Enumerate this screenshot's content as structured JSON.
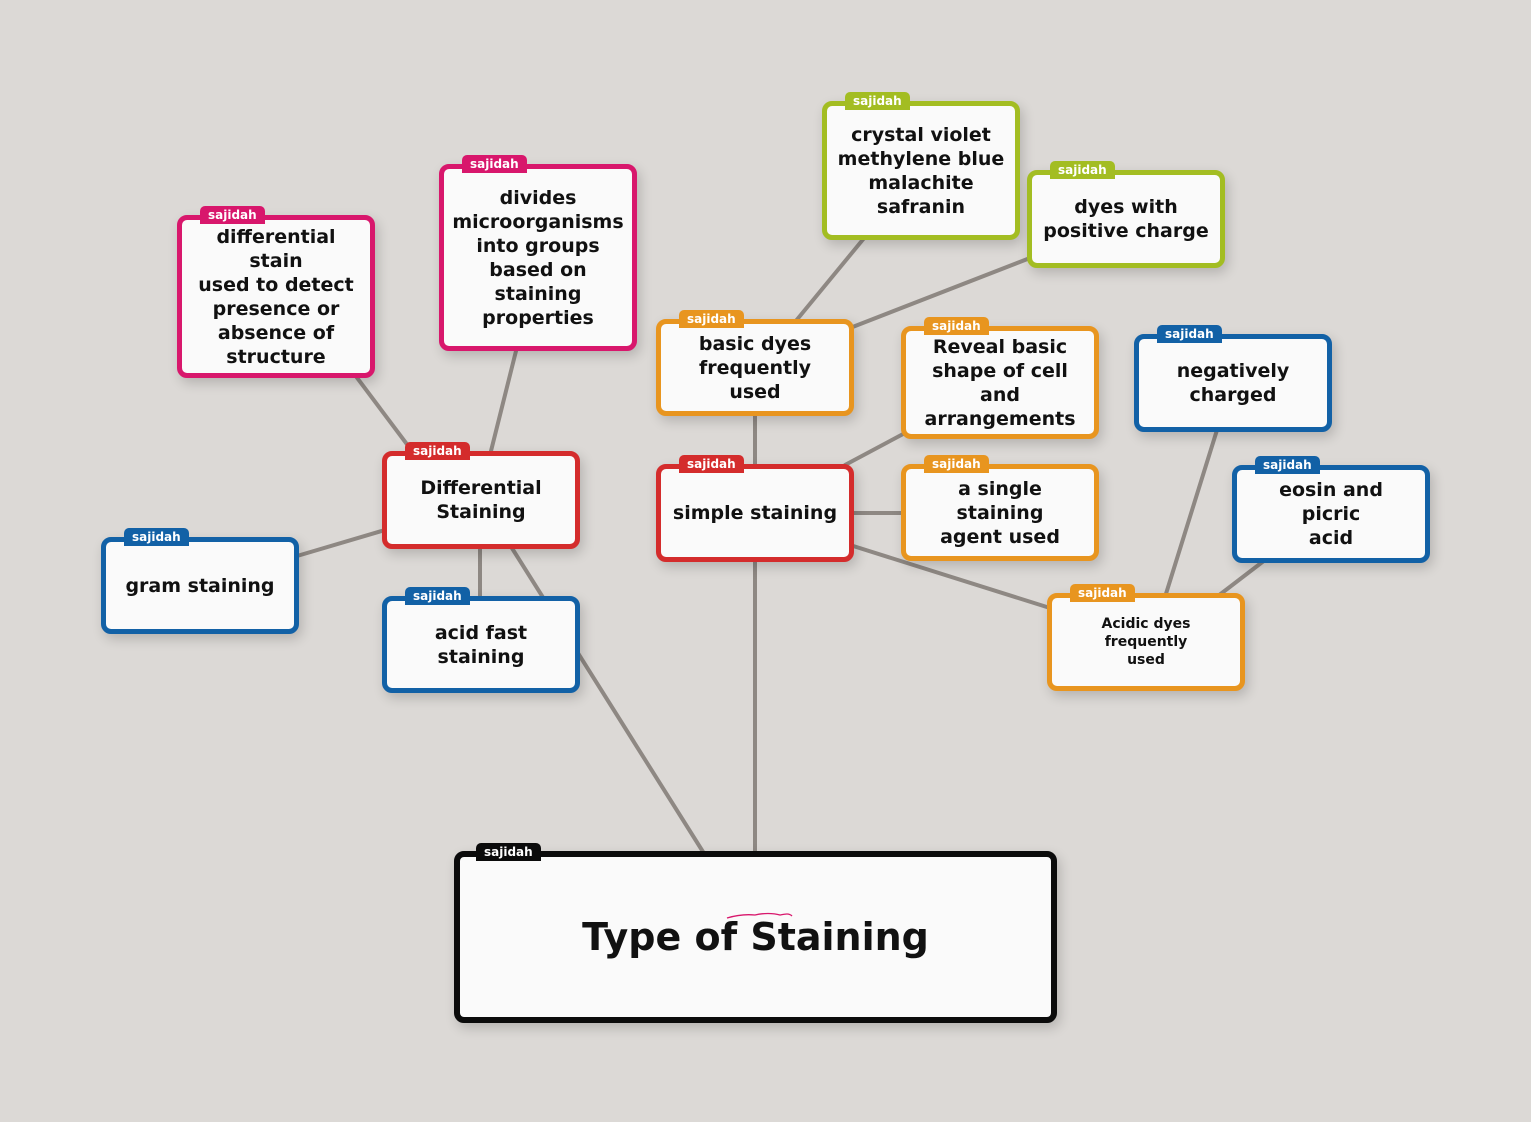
{
  "root": {
    "tag": "sajidah",
    "label": "Type of Staining"
  },
  "nodes": {
    "differential_staining": {
      "tag": "sajidah",
      "label": "Differential\nStaining"
    },
    "simple_staining": {
      "tag": "sajidah",
      "label": "simple staining"
    },
    "gram_staining": {
      "tag": "sajidah",
      "label": "gram staining"
    },
    "acid_fast_staining": {
      "tag": "sajidah",
      "label": "acid fast staining"
    },
    "differential_stain_desc": {
      "tag": "sajidah",
      "label": "differential stain\nused to detect\npresence or\nabsence of\nstructure"
    },
    "divides_microorganisms": {
      "tag": "sajidah",
      "label": "divides\nmicroorganisms\ninto groups\nbased on\nstaining\nproperties"
    },
    "basic_dyes": {
      "tag": "sajidah",
      "label": "basic dyes\nfrequently used"
    },
    "crystal_violet": {
      "tag": "sajidah",
      "label": "crystal violet\nmethylene blue\nmalachite\nsafranin"
    },
    "positive_charge": {
      "tag": "sajidah",
      "label": "dyes with\npositive charge"
    },
    "reveal_shape": {
      "tag": "sajidah",
      "label": "Reveal basic\nshape of cell and\narrangements"
    },
    "single_agent": {
      "tag": "sajidah",
      "label": "a single staining\nagent used"
    },
    "acidic_dyes": {
      "tag": "sajidah",
      "label": "Acidic dyes frequently\nused"
    },
    "negatively_charged": {
      "tag": "sajidah",
      "label": "negatively\ncharged"
    },
    "eosin_picric": {
      "tag": "sajidah",
      "label": "eosin and picric\nacid"
    }
  },
  "colors": {
    "background": "#dcd9d6",
    "connector": "#8e8883",
    "magenta": "#d8176c",
    "red": "#d42c2c",
    "blue": "#1261a6",
    "orange": "#e8951f",
    "green": "#a3bd22",
    "black": "#0b0b0b"
  }
}
